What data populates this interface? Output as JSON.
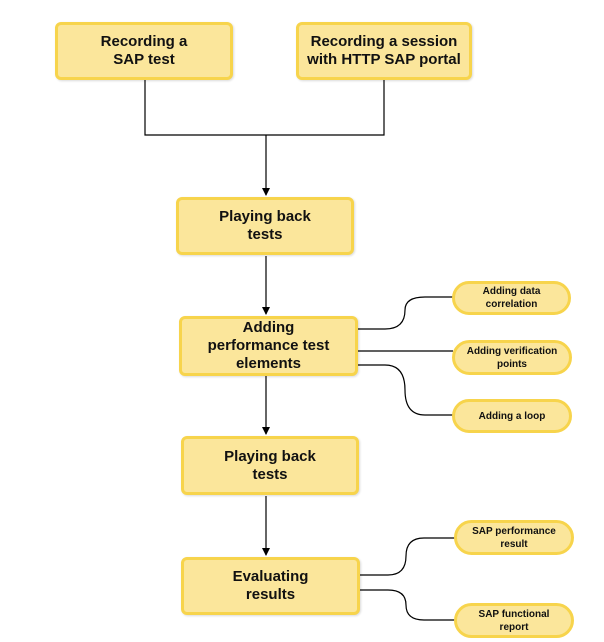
{
  "diagram": {
    "nodes": {
      "recording_sap_test": "Recording a\nSAP test",
      "recording_session_http": "Recording a session\nwith HTTP SAP portal",
      "playing_back_tests_1": "Playing back\ntests",
      "adding_perf_elements": "Adding\nperformance test\nelements",
      "playing_back_tests_2": "Playing back\ntests",
      "evaluating_results": "Evaluating\nresults"
    },
    "branches": {
      "adding_data_correlation": "Adding data\ncorrelation",
      "adding_verification_points": "Adding verification\npoints",
      "adding_a_loop": "Adding a loop",
      "sap_performance_result": "SAP performance\nresult",
      "sap_functional_report": "SAP functional\nreport"
    },
    "colors": {
      "box_fill": "#fbe69b",
      "box_border": "#f7d44c",
      "connector": "#000000"
    }
  }
}
